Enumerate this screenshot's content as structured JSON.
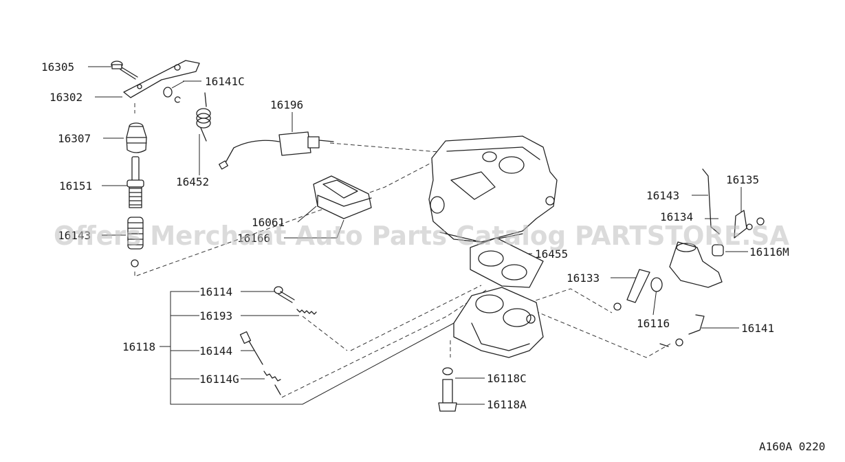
{
  "diagram": {
    "part_numbers": {
      "p16305": "16305",
      "p16302": "16302",
      "p16141C": "16141C",
      "p16307": "16307",
      "p16151": "16151",
      "p16143a": "16143",
      "p16452": "16452",
      "p16196": "16196",
      "p16061": "16061",
      "p16166": "16166",
      "p16455": "16455",
      "p16143b": "16143",
      "p16135": "16135",
      "p16134": "16134",
      "p16116M": "16116M",
      "p16133": "16133",
      "p16116": "16116",
      "p16141": "16141",
      "p16114": "16114",
      "p16193": "16193",
      "p16118": "16118",
      "p16144": "16144",
      "p16114G": "16114G",
      "p16118C": "16118C",
      "p16118A": "16118A"
    },
    "figure_code": "A160A 0220",
    "watermark": "Offers Merchant Auto Parts Catalog PARTSTORE.SA"
  }
}
